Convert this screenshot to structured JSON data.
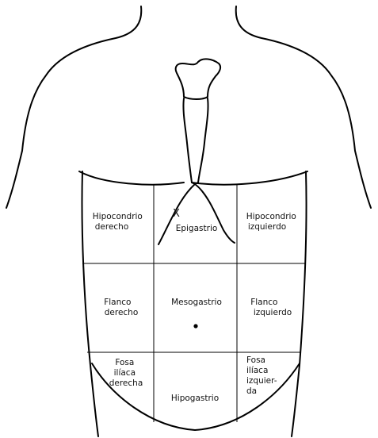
{
  "marker_label": "X",
  "regions": {
    "right_hypochondrium": [
      "Hipocondrio",
      "derecho"
    ],
    "epigastrium": [
      "Epigastrio"
    ],
    "left_hypochondrium": [
      "Hipocondrio",
      "izquierdo"
    ],
    "right_flank": [
      "Flanco",
      "derecho"
    ],
    "mesogastrium": [
      "Mesogastrio"
    ],
    "left_flank": [
      "Flanco",
      "izquierdo"
    ],
    "right_iliac_fossa": [
      "Fosa",
      "ilíaca",
      "derecha"
    ],
    "hypogastrium": [
      "Hipogastrio"
    ],
    "left_iliac_fossa": [
      "Fosa",
      "ilíaca",
      "izquier-",
      "da"
    ]
  }
}
